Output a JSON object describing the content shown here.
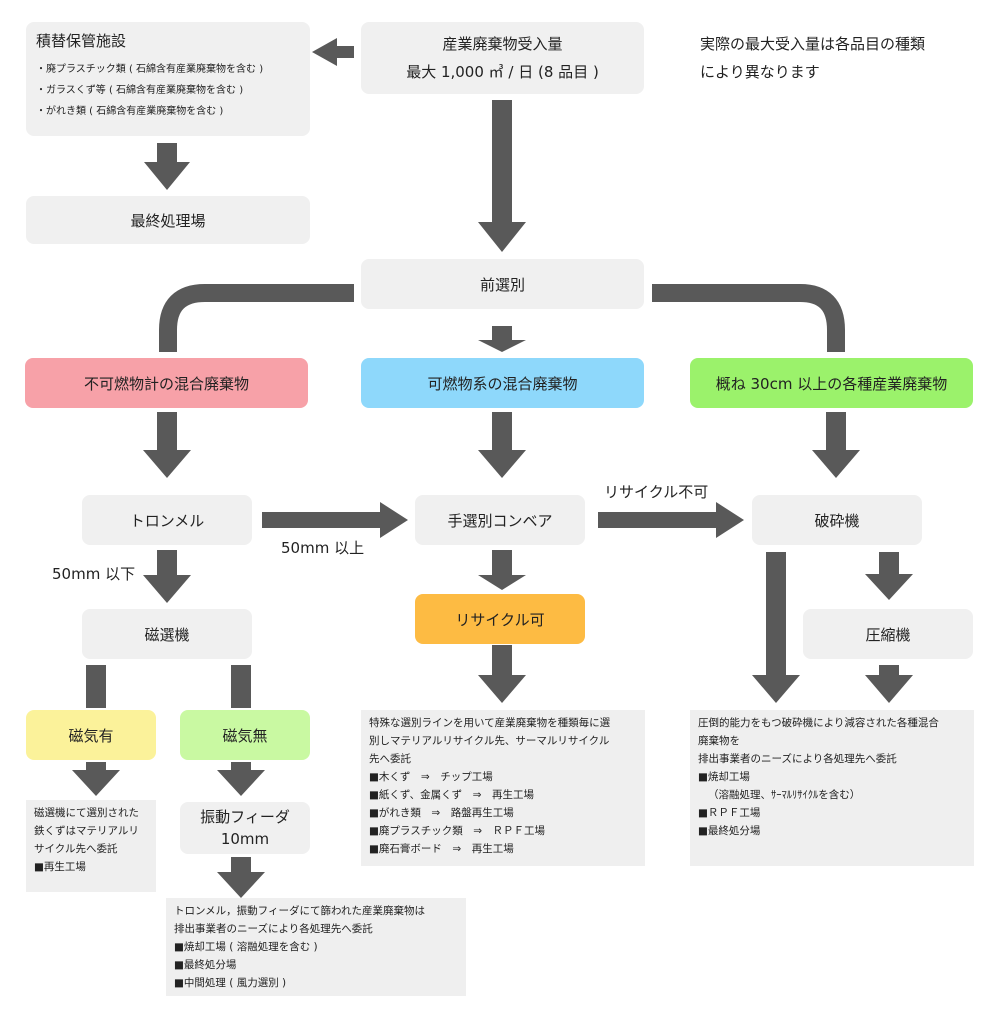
{
  "intake": {
    "line1": "産業廃棄物受入量",
    "line2": "最大 1,000 ㎥ / 日 (8 品目 )"
  },
  "intake_note": {
    "line1": "実際の最大受入量は各品目の種類",
    "line2": "により異なります"
  },
  "storage": {
    "title": "積替保管施設",
    "items": [
      "・廃プラスチック類 ( 石綿含有産業廃棄物を含む )",
      "・ガラスくず等 ( 石綿含有産業廃棄物を含む )",
      "・がれき類 ( 石綿含有産業廃棄物を含む )"
    ]
  },
  "final_disposal": "最終処理場",
  "presort": "前選別",
  "categories": {
    "noncombustible": "不可燃物計の混合廃棄物",
    "combustible": "可燃物系の混合廃棄物",
    "large": "概ね 30cm 以上の各種産業廃棄物"
  },
  "trommel": "トロンメル",
  "label_over50": "50mm 以上",
  "label_under50": "50mm 以下",
  "hand_sort": "手選別コンベア",
  "label_not_recyclable": "リサイクル不可",
  "crusher": "破砕機",
  "compressor": "圧縮機",
  "magnet_sep": "磁選機",
  "magnetic": "磁気有",
  "nonmagnetic": "磁気無",
  "vibrating_feeder": {
    "line1": "振動フィーダ",
    "line2": "10mm"
  },
  "recyclable": "リサイクル可",
  "note_magnetic": [
    "磁選機にて選別された",
    "鉄くずはマテリアルリ",
    "サイクル先へ委託",
    "■再生工場"
  ],
  "note_feeder": [
    "トロンメル，振動フィーダにて篩われた産業廃棄物は",
    "排出事業者のニーズにより各処理先へ委託",
    "■焼却工場 ( 溶融処理を含む )",
    "■最終処分場",
    "■中間処理 ( 風力選別 )"
  ],
  "note_recycle": [
    "特殊な選別ラインを用いて産業廃棄物を種類毎に選",
    "別しマテリアルリサイクル先、サーマルリサイクル",
    "先へ委託",
    "■木くず　⇒　チップ工場",
    "■紙くず、金属くず　⇒　再生工場",
    "■がれき類　⇒　路盤再生工場",
    "■廃プラスチック類　⇒　ＲＰＦ工場",
    "■廃石膏ボード　⇒　再生工場"
  ],
  "note_crusher": [
    "圧倒的能力をもつ破砕機により減容された各種混合",
    "廃棄物を",
    "排出事業者のニーズにより各処理先へ委託",
    "■焼却工場",
    "（溶融処理、ｻｰﾏﾙﾘｻｲｸﾙを含む）",
    "■ＲＰＦ工場",
    "■最終処分場"
  ],
  "colors": {
    "arrow": "#595959",
    "box": "#f0f0f0",
    "noncombustible": "#f7a1a8",
    "combustible": "#8ed8fb",
    "large": "#9bf26b",
    "recyclable": "#fdbb43",
    "magnetic": "#fbf29a",
    "nonmagnetic": "#c9f9a2"
  }
}
